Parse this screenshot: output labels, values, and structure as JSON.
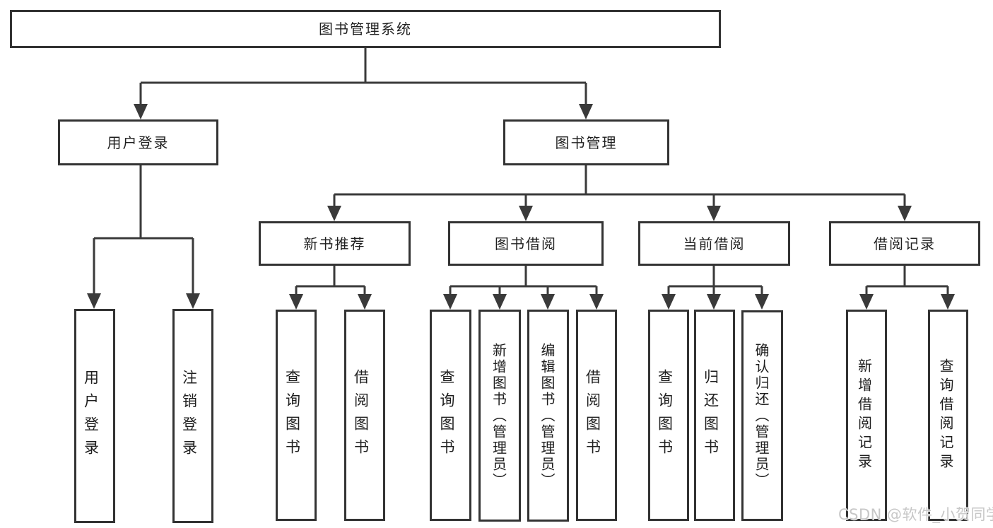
{
  "diagram": {
    "type": "hierarchy-tree",
    "root": {
      "label": "图书管理系统",
      "children": [
        {
          "label": "用户登录",
          "children": [
            {
              "label": "用户登录"
            },
            {
              "label": "注销登录"
            }
          ]
        },
        {
          "label": "图书管理",
          "children": [
            {
              "label": "新书推荐",
              "children": [
                {
                  "label": "查询图书"
                },
                {
                  "label": "借阅图书"
                }
              ]
            },
            {
              "label": "图书借阅",
              "children": [
                {
                  "label": "查询图书"
                },
                {
                  "label": "新增图书（管理员）"
                },
                {
                  "label": "编辑图书（管理员）"
                },
                {
                  "label": "借阅图书"
                }
              ]
            },
            {
              "label": "当前借阅",
              "children": [
                {
                  "label": "查询图书"
                },
                {
                  "label": "归还图书"
                },
                {
                  "label": "确认归还（管理员）"
                }
              ]
            },
            {
              "label": "借阅记录",
              "children": [
                {
                  "label": "新增借阅记录"
                },
                {
                  "label": "查询借阅记录"
                }
              ]
            }
          ]
        }
      ]
    }
  },
  "watermark": "CSDN @软件_小贺同学",
  "colors": {
    "box_border": "#333333",
    "connector_line": "#3a3a3a",
    "text": "#1f1f1f",
    "watermark_text": "#c7c7c7",
    "background": "#ffffff"
  }
}
